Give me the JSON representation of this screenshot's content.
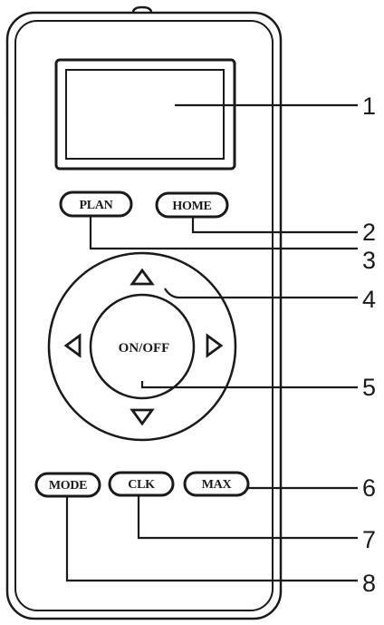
{
  "colors": {
    "ink": "#1a1a1a",
    "body_fill": "#ffffff"
  },
  "buttons": {
    "plan": "PLAN",
    "home": "HOME",
    "on_off": "ON/OFF",
    "mode": "MODE",
    "clk": "CLK",
    "max": "MAX"
  },
  "directional_pad": {
    "up_icon": "triangle-up-icon",
    "down_icon": "triangle-down-icon",
    "left_icon": "triangle-left-icon",
    "right_icon": "triangle-right-icon"
  },
  "callouts": [
    "1",
    "2",
    "3",
    "4",
    "5",
    "6",
    "7",
    "8"
  ]
}
